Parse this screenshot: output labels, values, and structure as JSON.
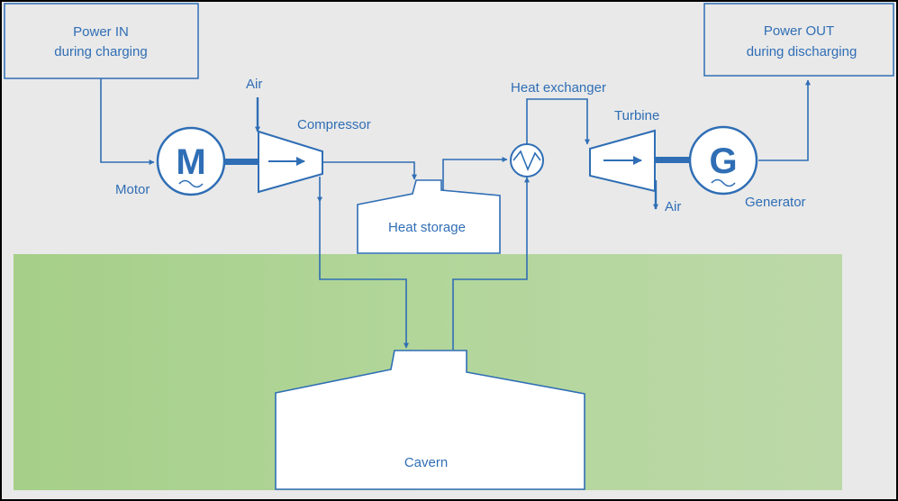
{
  "labels": {
    "power_in_line1": "Power IN",
    "power_in_line2": "during charging",
    "power_out_line1": "Power OUT",
    "power_out_line2": "during discharging",
    "air_in": "Air",
    "compressor": "Compressor",
    "motor": "Motor",
    "motor_symbol": "M",
    "heat_exchanger": "Heat exchanger",
    "turbine": "Turbine",
    "air_out": "Air",
    "generator": "Generator",
    "generator_symbol": "G",
    "heat_storage": "Heat storage",
    "cavern": "Cavern"
  },
  "colors": {
    "line": "#2f6eb5",
    "background": "#e8e8e8",
    "ground": "#b4d49c",
    "fill": "#ffffff",
    "frame": "#000000"
  },
  "icons": {
    "motor": "motor-symbol-icon",
    "generator": "generator-symbol-icon",
    "heat_exchanger": "heat-exchanger-icon"
  }
}
